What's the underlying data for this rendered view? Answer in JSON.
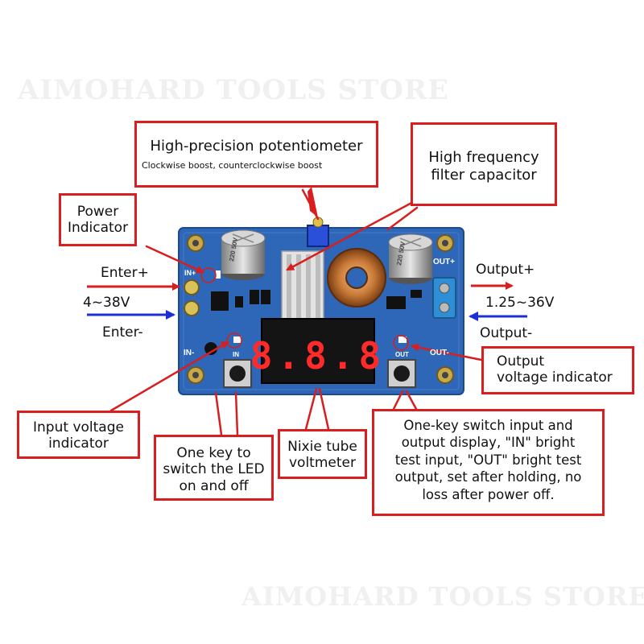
{
  "watermark": {
    "top": "AIMOHARD TOOLS STORE",
    "bottom": "AIMOHARD TOOLS STORE"
  },
  "callouts": {
    "potentiometer": {
      "title": "High-precision potentiometer",
      "subtitle": "Clockwise boost, counterclockwise boost"
    },
    "filter_capacitor": {
      "line1": "High frequency",
      "line2": "filter capacitor"
    },
    "power_indicator": {
      "line1": "Power",
      "line2": "Indicator"
    },
    "output_voltage_indicator": {
      "line1": "Output",
      "line2": "voltage indicator"
    },
    "input_voltage_indicator": {
      "line1": "Input voltage",
      "line2": "indicator"
    },
    "led_switch_key": {
      "line1": "One key to",
      "line2": "switch the LED",
      "line3": "on and off"
    },
    "nixie_voltmeter": {
      "line1": "Nixie tube",
      "line2": "voltmeter"
    },
    "display_switch_key": {
      "line1": "One-key switch input and",
      "line2": "output display, \"IN\" bright",
      "line3": "test input, \"OUT\" bright test",
      "line4": "output, set after holding, no",
      "line5": "loss after power off."
    }
  },
  "labels": {
    "enter_plus": "Enter+",
    "input_range": "4~38V",
    "enter_minus": "Enter-",
    "output_plus": "Output+",
    "output_range": "1.25~36V",
    "output_minus": "Output-"
  },
  "board": {
    "display_digits": "8.8.8",
    "silk_in_plus": "IN+",
    "silk_in_minus": "IN-",
    "silk_out_plus": "OUT+",
    "silk_out_minus": "OUT-",
    "silk_in": "IN",
    "silk_out": "OUT",
    "cap_text": "220 50V",
    "colors": {
      "pcb": "#2e66b8",
      "arrow_red": "#d81e1e",
      "arrow_blue": "#1c2fd6",
      "segment_red": "#ff2a2a"
    }
  }
}
